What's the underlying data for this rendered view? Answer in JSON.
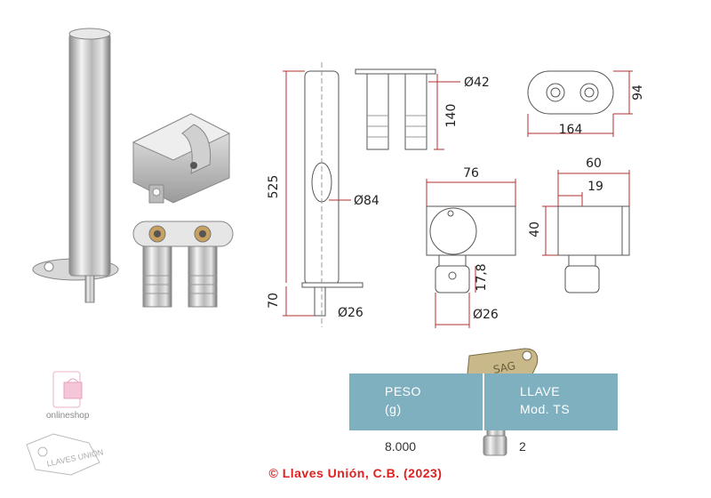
{
  "dimensions": {
    "height_post": "525",
    "base_height": "70",
    "post_diameter": "Ø84",
    "post_tip_diameter": "Ø26",
    "insert_depth": "140",
    "insert_diameter": "Ø42",
    "plate_width": "164",
    "plate_height": "94",
    "lock_width": "76",
    "lock_height": "40",
    "lock_bolt_length": "17,8",
    "lock_bolt_diameter": "Ø26",
    "side_width": "60",
    "side_inner": "19"
  },
  "spec_table": {
    "headers": [
      {
        "line1": "PESO",
        "line2": "(g)"
      },
      {
        "line1": "LLAVE",
        "line2": "Mod. TS"
      }
    ],
    "values": [
      "8.000",
      "2"
    ]
  },
  "key_label": "SAG",
  "logos": {
    "shop": "onlineshop",
    "brand": "LLAVES UNIÓN"
  },
  "copyright": "© Llaves Unión, C.B. (2023)",
  "colors": {
    "table_header": "#7fb0c0",
    "dimension_lines": "#b03030",
    "copyright": "#e02020"
  }
}
